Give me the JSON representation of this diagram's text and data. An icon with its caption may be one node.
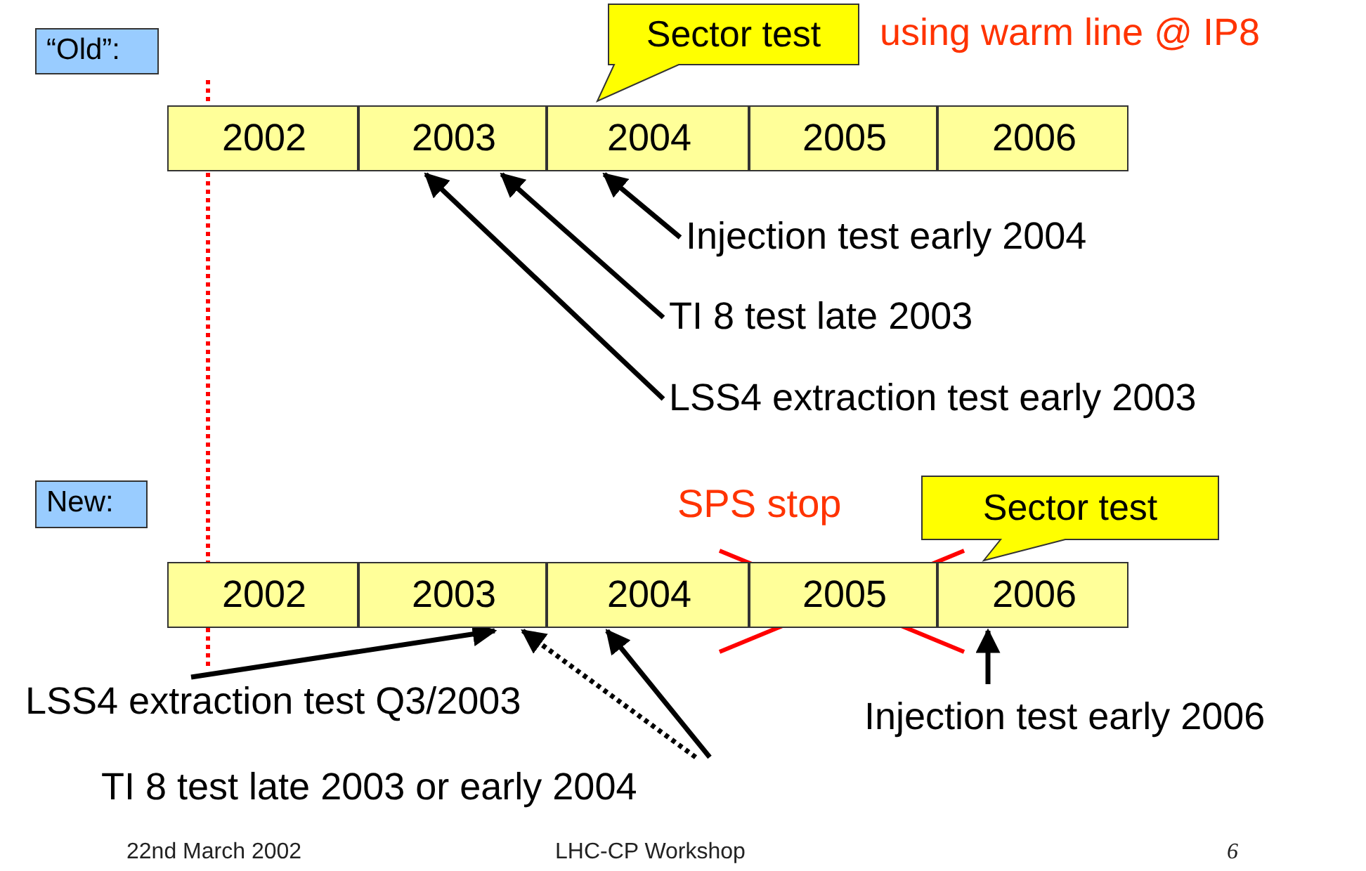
{
  "diagram": {
    "nodes": [
      {
        "text": [
          "“Old”:"
        ]
      },
      {
        "text": [
          "Sector test"
        ],
        "beside": [
          "using warm line @ IP8"
        ]
      },
      {
        "text": [
          "2002"
        ]
      },
      {
        "text": [
          "2003"
        ]
      },
      {
        "text": [
          "2004"
        ]
      },
      {
        "text": [
          "2005"
        ]
      },
      {
        "text": [
          "2006"
        ]
      },
      {
        "text": [
          "Injection test early 2004"
        ]
      },
      {
        "text": [
          "TI 8 test late 2003"
        ]
      },
      {
        "text": [
          "LSS4 extraction test early 2003"
        ]
      },
      {
        "text": [
          "New:"
        ]
      },
      {
        "text": [
          "Sector test"
        ]
      },
      {
        "text": [
          "2002"
        ]
      },
      {
        "text": [
          "2003"
        ]
      },
      {
        "text": [
          "2004"
        ]
      },
      {
        "text": [
          "2005"
        ]
      },
      {
        "text": [
          "2006"
        ]
      },
      {
        "text": [
          "LSS4 extraction test Q3/2003"
        ]
      },
      {
        "text": [
          "TI 8 test late 2003 or early 2004"
        ]
      },
      {
        "text": [
          "Injection test early 2006"
        ]
      }
    ],
    "edges": [
      {
        "from": 7,
        "to": 4,
        "arrow": "to"
      },
      {
        "from": 8,
        "to": 3,
        "arrow": "to"
      },
      {
        "from": 9,
        "to": 3,
        "arrow": "to"
      },
      {
        "from": 17,
        "to": 13,
        "arrow": "to"
      },
      {
        "from": 18,
        "to": 13,
        "arrow": "to",
        "style": "dashed"
      },
      {
        "from": 18,
        "to": 14,
        "arrow": "to"
      },
      {
        "from": 19,
        "to": 16,
        "arrow": "to"
      }
    ],
    "labels": [
      "SPS stop",
      "22nd March 2002",
      "LHC-CP Workshop",
      "6"
    ]
  }
}
